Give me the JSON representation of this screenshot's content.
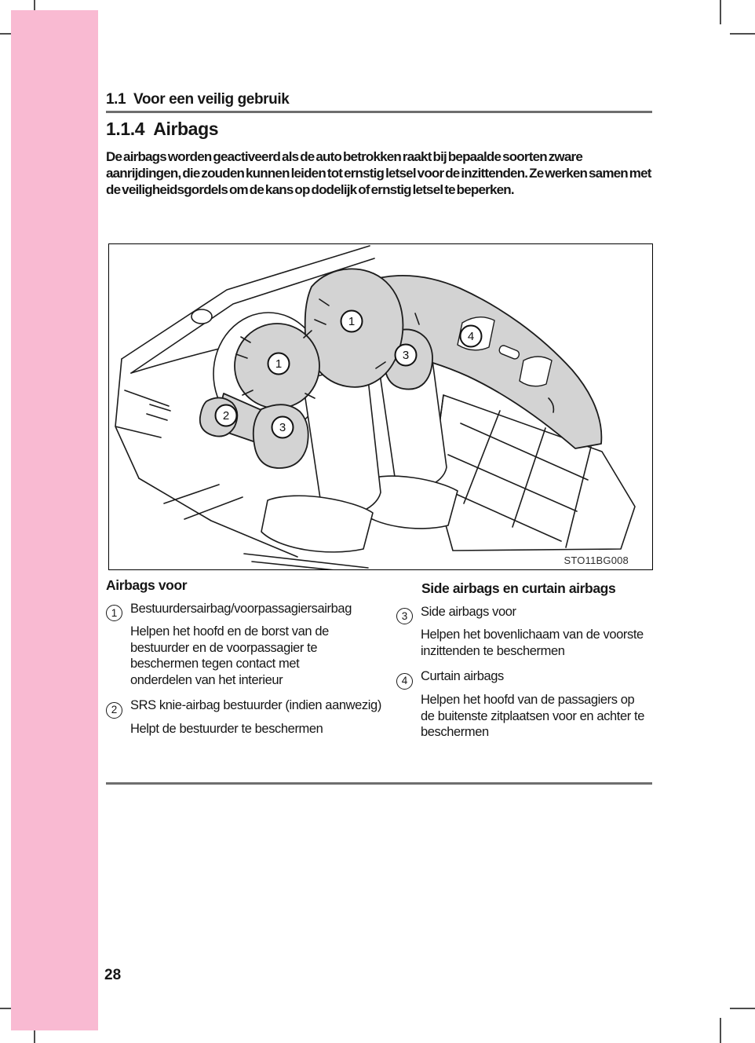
{
  "page": {
    "number": "28"
  },
  "header": {
    "section_title": "1.1  Voor een veilig gebruik",
    "subsection_title": "1.1.4  Airbags"
  },
  "intro_paragraph": "De airbags worden geactiveerd als de auto betrokken raakt bij bepaalde soorten zware aanrijdingen, die zouden kunnen leiden tot ernstig letsel voor de inzittenden. Ze werken samen met de veiligheidsgordels om de kans op dodelijk of ernstig letsel te beperken.",
  "figure": {
    "code": "STO11BG008",
    "callouts": [
      "1",
      "1",
      "2",
      "3",
      "3",
      "4"
    ]
  },
  "columns": {
    "left": {
      "heading": "Airbags voor",
      "items": [
        {
          "num": "1",
          "label": "Bestuurdersairbag/voorpassagiersairbag",
          "desc": "Helpen het hoofd en de borst van de bestuurder en de voorpassagier te beschermen tegen contact met onderdelen van het interieur"
        },
        {
          "num": "2",
          "label": "SRS knie-airbag bestuurder (indien aanwezig)",
          "desc": "Helpt de bestuurder te beschermen"
        }
      ]
    },
    "right": {
      "heading": "Side airbags en curtain airbags",
      "items": [
        {
          "num": "3",
          "label": "Side airbags voor",
          "desc": "Helpen het bovenlichaam van de voorste inzittenden te beschermen"
        },
        {
          "num": "4",
          "label": "Curtain airbags",
          "desc": "Helpen het hoofd van de passagiers op de buitenste zitplaatsen voor en achter te beschermen"
        }
      ]
    }
  },
  "colors": {
    "sidebar_pink": "#f9bad2",
    "rule_gray": "#6e6e6e",
    "airbag_gray": "#d3d3d3"
  }
}
